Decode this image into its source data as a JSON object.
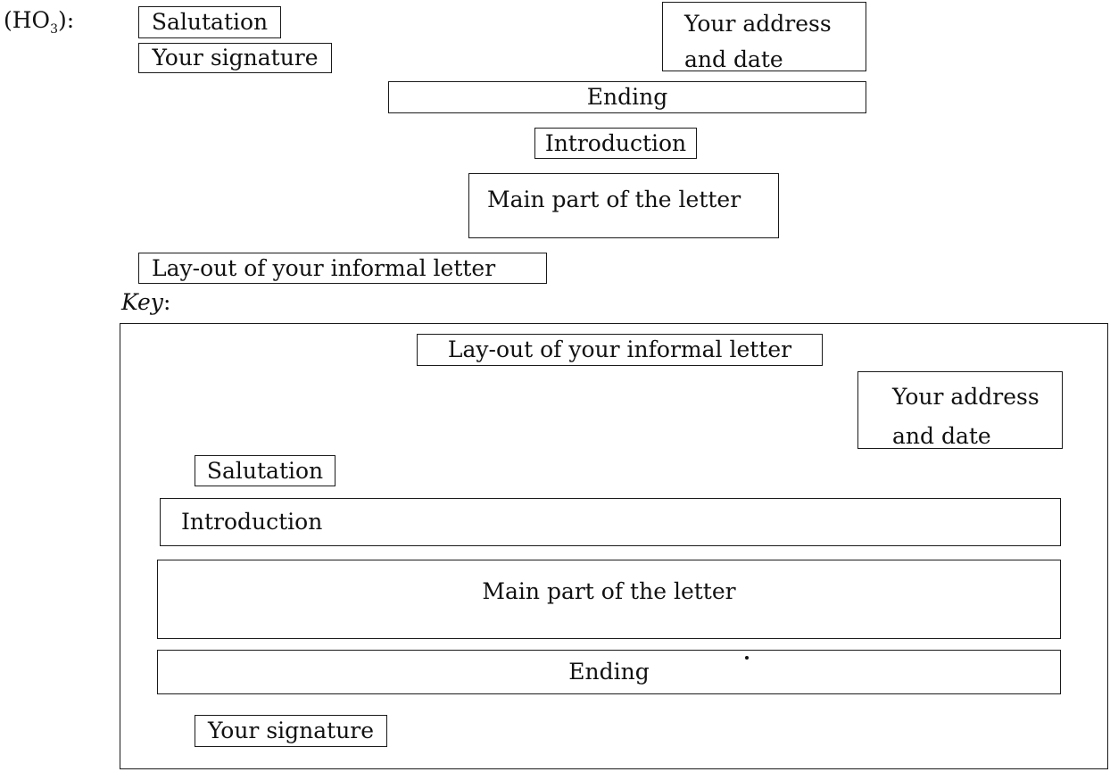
{
  "question": {
    "label_prefix": "(HO",
    "label_sub": "3",
    "label_suffix": "):"
  },
  "scrambled": {
    "salutation": "Salutation",
    "signature": "Your signature",
    "address_line1": "Your address",
    "address_line2": "and date",
    "ending": "Ending",
    "introduction": "Introduction",
    "main_part": "Main part of the letter",
    "layout_title": "Lay-out of your informal letter"
  },
  "key": {
    "heading": "Key",
    "heading_colon": ":",
    "layout_title": "Lay-out of your informal letter",
    "address_line1": "Your address",
    "address_line2": "and date",
    "salutation": "Salutation",
    "introduction": "Introduction",
    "main_part": "Main part of the letter",
    "ending": "Ending",
    "signature": "Your signature"
  }
}
